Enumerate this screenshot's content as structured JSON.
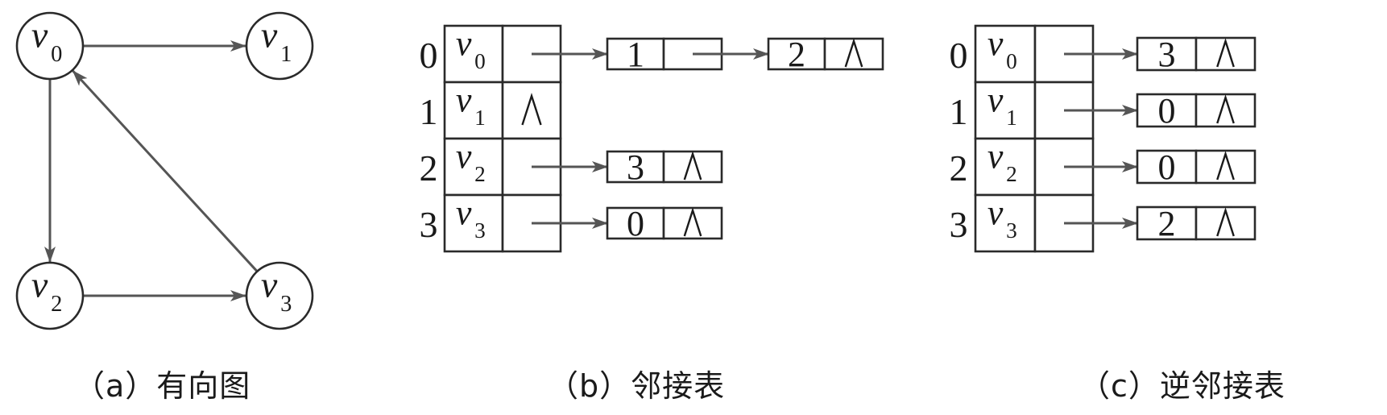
{
  "graph": {
    "nodes": [
      {
        "id": 0,
        "name": "v",
        "sub": "0"
      },
      {
        "id": 1,
        "name": "v",
        "sub": "1"
      },
      {
        "id": 2,
        "name": "v",
        "sub": "2"
      },
      {
        "id": 3,
        "name": "v",
        "sub": "3"
      }
    ],
    "edges": [
      {
        "from": 0,
        "to": 1
      },
      {
        "from": 0,
        "to": 2
      },
      {
        "from": 2,
        "to": 3
      },
      {
        "from": 3,
        "to": 0
      }
    ]
  },
  "adjacency_list": {
    "rows": [
      {
        "index": "0",
        "vertex": "v",
        "sub": "0",
        "nodes": [
          "1",
          "2"
        ]
      },
      {
        "index": "1",
        "vertex": "v",
        "sub": "1",
        "nodes": []
      },
      {
        "index": "2",
        "vertex": "v",
        "sub": "2",
        "nodes": [
          "3"
        ]
      },
      {
        "index": "3",
        "vertex": "v",
        "sub": "3",
        "nodes": [
          "0"
        ]
      }
    ]
  },
  "inverse_adjacency_list": {
    "rows": [
      {
        "index": "0",
        "vertex": "v",
        "sub": "0",
        "nodes": [
          "3"
        ]
      },
      {
        "index": "1",
        "vertex": "v",
        "sub": "1",
        "nodes": [
          "0"
        ]
      },
      {
        "index": "2",
        "vertex": "v",
        "sub": "2",
        "nodes": [
          "0"
        ]
      },
      {
        "index": "3",
        "vertex": "v",
        "sub": "3",
        "nodes": [
          "2"
        ]
      }
    ]
  },
  "null_symbol": "∧",
  "captions": {
    "a": "（a）有向图",
    "b": "（b）邻接表",
    "c": "（c）逆邻接表"
  },
  "colors": {
    "stroke": "#2a2a2a",
    "arrow": "#555555"
  }
}
